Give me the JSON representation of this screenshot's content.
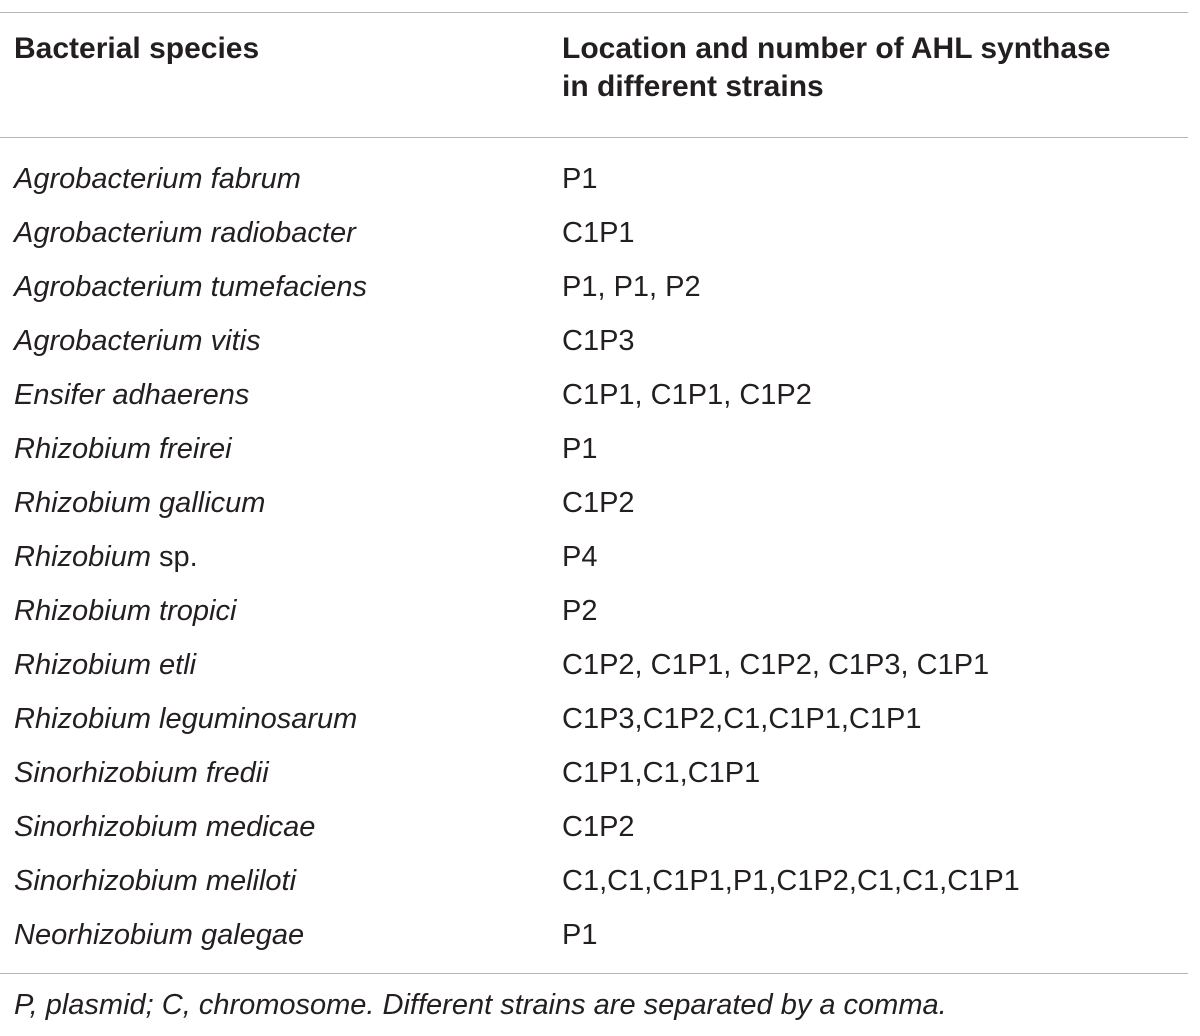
{
  "header": {
    "species": "Bacterial species",
    "location_line1": "Location and number of AHL synthase",
    "location_line2": "in different strains"
  },
  "rows": [
    {
      "species": "Agrobacterium fabrum",
      "suffix": "",
      "location": "P1"
    },
    {
      "species": "Agrobacterium radiobacter",
      "suffix": "",
      "location": "C1P1"
    },
    {
      "species": "Agrobacterium tumefaciens",
      "suffix": "",
      "location": "P1, P1, P2"
    },
    {
      "species": "Agrobacterium vitis",
      "suffix": "",
      "location": "C1P3"
    },
    {
      "species": "Ensifer adhaerens",
      "suffix": "",
      "location": "C1P1, C1P1, C1P2"
    },
    {
      "species": "Rhizobium freirei",
      "suffix": "",
      "location": "P1"
    },
    {
      "species": "Rhizobium gallicum",
      "suffix": "",
      "location": "C1P2"
    },
    {
      "species": "Rhizobium",
      "suffix": " sp.",
      "location": "P4"
    },
    {
      "species": "Rhizobium tropici",
      "suffix": "",
      "location": "P2"
    },
    {
      "species": "Rhizobium etli",
      "suffix": "",
      "location": "C1P2, C1P1, C1P2, C1P3, C1P1"
    },
    {
      "species": "Rhizobium leguminosarum",
      "suffix": "",
      "location": "C1P3,C1P2,C1,C1P1,C1P1"
    },
    {
      "species": "Sinorhizobium fredii",
      "suffix": "",
      "location": "C1P1,C1,C1P1"
    },
    {
      "species": "Sinorhizobium medicae",
      "suffix": "",
      "location": "C1P2"
    },
    {
      "species": "Sinorhizobium meliloti",
      "suffix": "",
      "location": "C1,C1,C1P1,P1,C1P2,C1,C1,C1P1"
    },
    {
      "species": "Neorhizobium galegae",
      "suffix": "",
      "location": "P1"
    }
  ],
  "footnote": "P, plasmid; C, chromosome. Different strains are separated by a comma."
}
